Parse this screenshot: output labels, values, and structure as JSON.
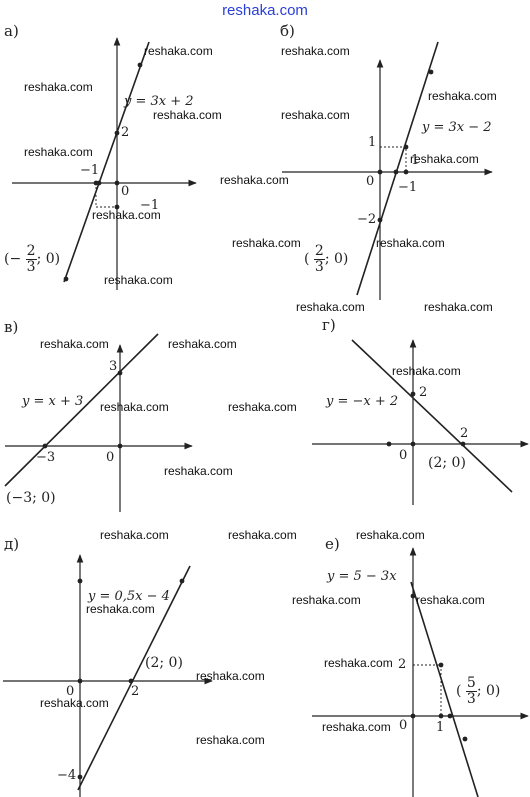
{
  "header": {
    "site": "reshaka.com"
  },
  "watermark": "reshaka.com",
  "parts": {
    "a": {
      "label": "а)",
      "equation": "y = 3x + 2",
      "tick_y": "2",
      "tick_x_neg": "−1",
      "origin": "0",
      "tick_y_neg": "−1",
      "point": {
        "open": "(",
        "minus": "−",
        "num": "2",
        "den": "3",
        "rest": "; 0)"
      }
    },
    "b": {
      "label": "б)",
      "equation": "y = 3x − 2",
      "tick_y": "1",
      "origin": "0",
      "tick_x": "1",
      "tick_x_neg": "−1",
      "tick_y_neg": "−2",
      "point": {
        "open": "(",
        "num": "2",
        "den": "3",
        "rest": "; 0)"
      }
    },
    "v": {
      "label": "в)",
      "equation": "y = x + 3",
      "tick_y": "3",
      "tick_x_neg": "−3",
      "origin": "0",
      "point": "(−3; 0)"
    },
    "g": {
      "label": "г)",
      "equation": "y = −x + 2",
      "tick_y": "2",
      "tick_x": "2",
      "origin": "0",
      "point": "(2; 0)"
    },
    "d": {
      "label": "д)",
      "equation": "y = 0,5x − 4",
      "origin": "0",
      "tick_x": "2",
      "tick_y_neg": "−4",
      "point": "(2; 0)"
    },
    "e": {
      "label": "е)",
      "equation": "y = 5 − 3x",
      "tick_y": "2",
      "origin": "0",
      "tick_x": "1",
      "point": {
        "open": "(",
        "num": "5",
        "den": "3",
        "rest": "; 0)"
      }
    }
  },
  "style": {
    "header_color": "#2a3fd6",
    "line_color": "#222222"
  }
}
